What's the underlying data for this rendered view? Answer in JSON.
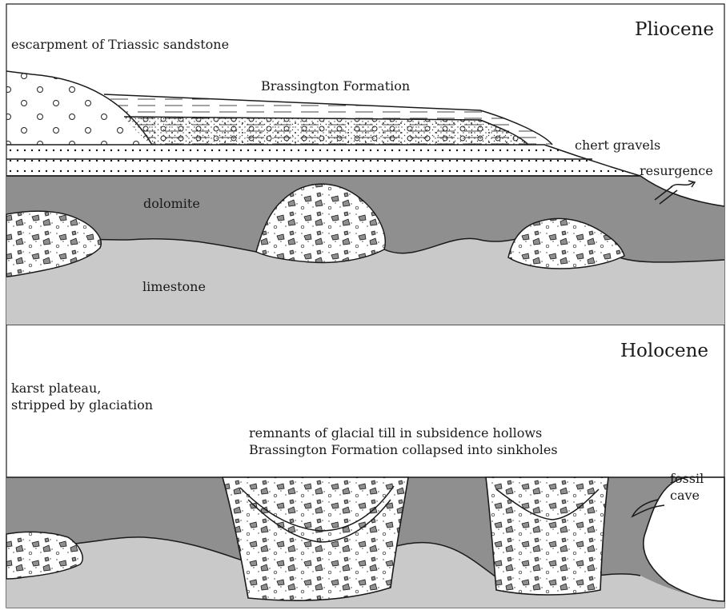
{
  "panels": {
    "top": {
      "title": "Pliocene",
      "labels": {
        "escarpment": "escarpment of Triassic sandstone",
        "formation": "Brassington Formation",
        "chert": "chert gravels",
        "resurgence": "resurgence",
        "dolomite": "dolomite",
        "limestone": "limestone"
      }
    },
    "bottom": {
      "title": "Holocene",
      "labels": {
        "karst_line1": "karst plateau,",
        "karst_line2": "stripped by glaciation",
        "remnants": "remnants of glacial till in subsidence hollows",
        "collapsed": "Brassington Formation collapsed into sinkholes",
        "fossil_line1": "fossil",
        "fossil_line2": "cave"
      }
    }
  },
  "colors": {
    "dolomite": "#8f8f8f",
    "limestone": "#c9c9c9",
    "line": "#1a1a1a",
    "background": "#ffffff"
  }
}
